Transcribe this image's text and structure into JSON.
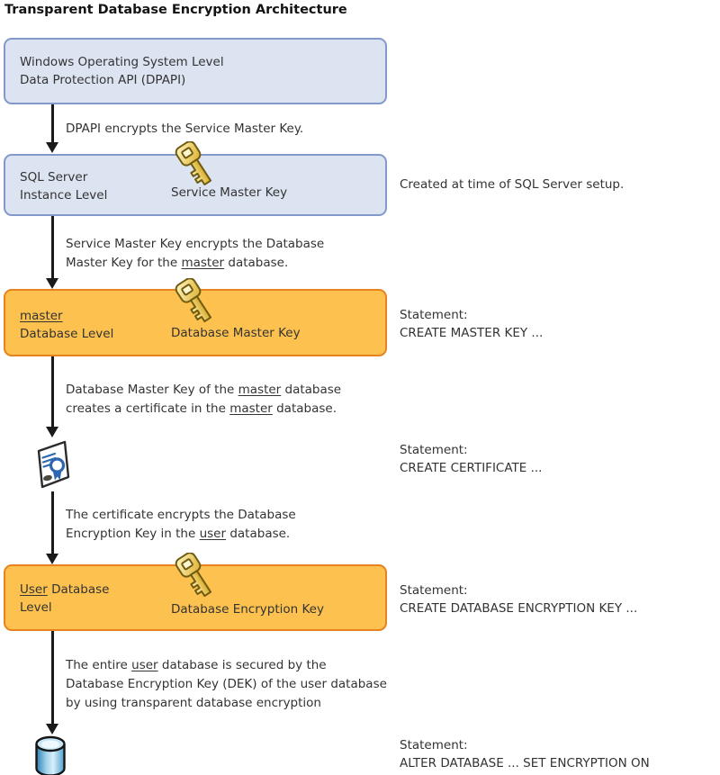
{
  "title": "Transparent Database Encryption Architecture",
  "colors": {
    "blue_box_fill": "#dce4f2",
    "blue_box_border": "#8399c9",
    "orange_box_fill": "#fcc14e",
    "orange_box_border": "#e8821d",
    "key_gold": "#e9c13f",
    "certificate_blue": "#2f66b0",
    "cylinder_blue": "#4c9fce",
    "arrow_black": "#1a1a1a",
    "text": "#333333"
  },
  "icons": {
    "key": "key-icon",
    "certificate": "certificate-icon",
    "database": "database-cylinder-icon"
  },
  "boxes": {
    "dpapi": {
      "line1": "Windows Operating System Level",
      "line2": "Data Protection API (DPAPI)"
    },
    "sql_instance": {
      "line1": "SQL Server",
      "line2": "Instance Level",
      "key_label": "Service Master Key",
      "note": "Created at time of SQL Server setup."
    },
    "master_db": {
      "line1_u": "master",
      "line2": "Database Level",
      "key_label": "Database Master Key",
      "statement_label": "Statement:",
      "statement": "CREATE MASTER KEY ..."
    },
    "certificate": {
      "statement_label": "Statement:",
      "statement": "CREATE CERTIFICATE ..."
    },
    "user_db": {
      "line1_u": "User",
      "line1_post": " Database",
      "line2": "Level",
      "key_label": "Database Encryption Key",
      "statement_label": "Statement:",
      "statement": "CREATE DATABASE ENCRYPTION KEY ..."
    },
    "user_database_store": {
      "statement_label": "Statement:",
      "statement": "ALTER DATABASE ... SET ENCRYPTION ON"
    }
  },
  "edges": {
    "e1": {
      "l1": {
        "pre": "DPAPI encrypts the Service Master Key.",
        "u": "",
        "post": ""
      }
    },
    "e2": {
      "l1": {
        "pre": "Service Master Key encrypts the Database",
        "u": "",
        "post": ""
      },
      "l2": {
        "pre": "Master Key for the ",
        "u": "master",
        "post": " database."
      }
    },
    "e3": {
      "l1": {
        "pre": "Database Master Key of the ",
        "u": "master",
        "post": " database"
      },
      "l2": {
        "pre": "creates a certificate in the ",
        "u": "master",
        "post": " database."
      }
    },
    "e4": {
      "l1": {
        "pre": "The certificate encrypts the Database",
        "u": "",
        "post": ""
      },
      "l2": {
        "pre": "Encryption Key in the ",
        "u": "user",
        "post": " database."
      }
    },
    "e5": {
      "l1": {
        "pre": "The entire ",
        "u": "user",
        "post": " database is secured by the"
      },
      "l2": {
        "pre": "Database Encryption Key (DEK) of the user database",
        "u": "",
        "post": ""
      },
      "l3": {
        "pre": "by using transparent database encryption",
        "u": "",
        "post": ""
      }
    }
  }
}
